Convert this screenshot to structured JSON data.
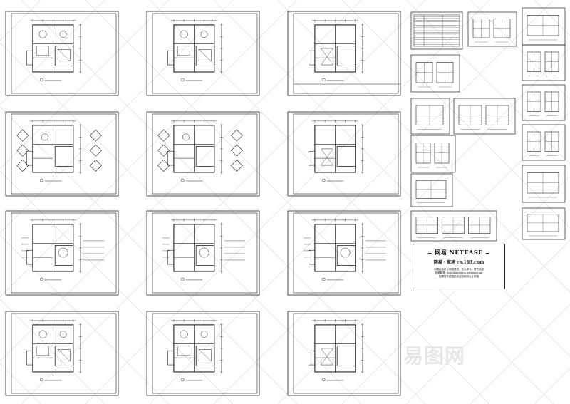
{
  "info_panel": {
    "title": "= 网易  NETEASE =",
    "subtitle": "网易 · 家居    co.163.com",
    "line1": "本图纸由行业网络提供，仅为学习、研究使用",
    "line2": "投稿邮箱：luyouhuivision.netease.com",
    "line3": "如果您有好图纸欢迎投稿到以上邮箱"
  },
  "watermark": {
    "text": "易图网"
  },
  "colors": {
    "line": "#222222",
    "ghost": "#e2e2e2",
    "paper": "#ffffff"
  }
}
